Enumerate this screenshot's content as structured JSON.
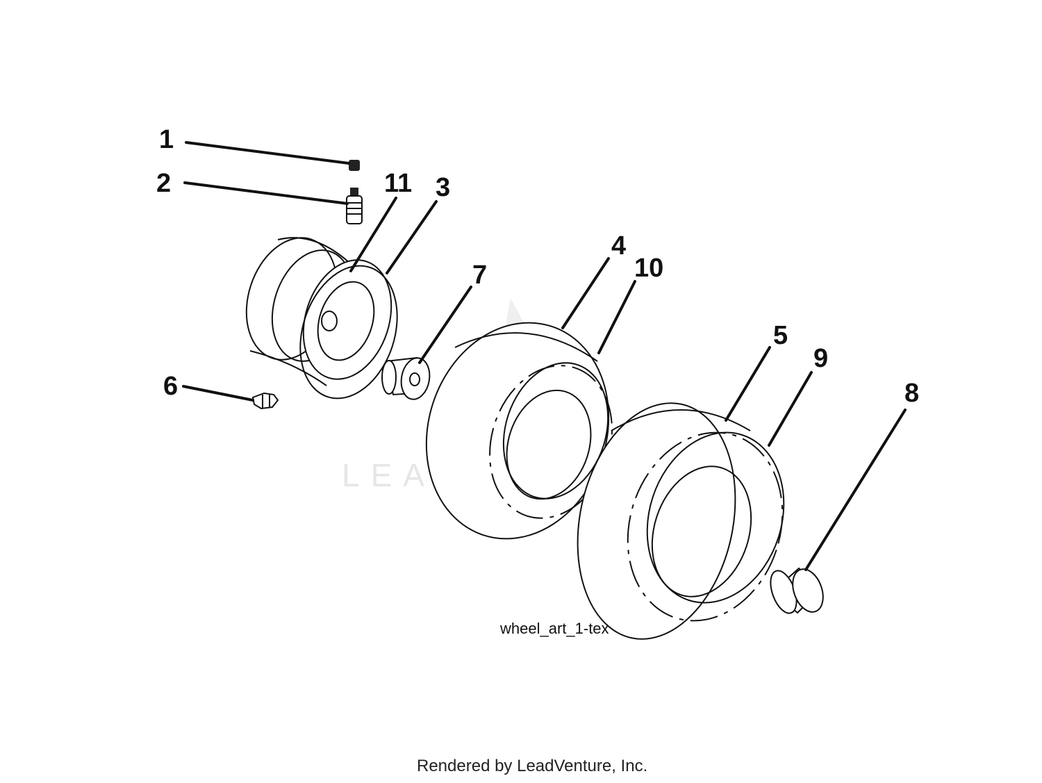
{
  "diagram": {
    "callouts": [
      "1",
      "2",
      "11",
      "3",
      "7",
      "4",
      "10",
      "6",
      "5",
      "9",
      "8"
    ],
    "art_reference": "wheel_art_1-tex"
  },
  "watermark": {
    "text": "LEADVENTURE"
  },
  "footer": {
    "text": "Rendered by LeadVenture, Inc."
  }
}
